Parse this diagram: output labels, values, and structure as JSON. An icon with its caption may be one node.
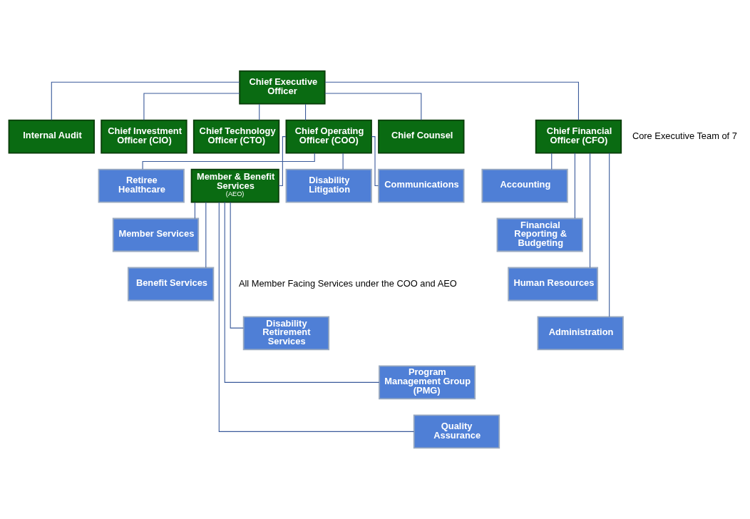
{
  "diagram": {
    "nodes": [
      {
        "text": [
          "Chief Executive Officer"
        ]
      },
      {
        "text": [
          "Internal Audit"
        ]
      },
      {
        "text": [
          "Chief Investment Officer (CIO)"
        ]
      },
      {
        "text": [
          "Chief Technology Officer (CTO)"
        ]
      },
      {
        "text": [
          "Chief Operating Officer (COO)"
        ]
      },
      {
        "text": [
          "Chief Counsel"
        ]
      },
      {
        "text": [
          "Chief Financial Officer (CFO)"
        ]
      },
      {
        "text": [
          "Retiree Healthcare"
        ]
      },
      {
        "text": [
          "Member & Benefit Services",
          "(AEO)"
        ]
      },
      {
        "text": [
          "Disability Litigation"
        ]
      },
      {
        "text": [
          "Communications"
        ]
      },
      {
        "text": [
          "Member Services"
        ]
      },
      {
        "text": [
          "Benefit Services"
        ]
      },
      {
        "text": [
          "Disability Retirement Services"
        ]
      },
      {
        "text": [
          "Program Management Group (PMG)"
        ]
      },
      {
        "text": [
          "Quality Assurance"
        ]
      },
      {
        "text": [
          "Accounting"
        ]
      },
      {
        "text": [
          "Financial Reporting & Budgeting"
        ]
      },
      {
        "text": [
          "Human Resources"
        ]
      },
      {
        "text": [
          "Administration"
        ]
      }
    ],
    "edges": [
      {
        "from": 0,
        "to": 1,
        "arrow": "none"
      },
      {
        "from": 0,
        "to": 2,
        "arrow": "none"
      },
      {
        "from": 0,
        "to": 3,
        "arrow": "none"
      },
      {
        "from": 0,
        "to": 4,
        "arrow": "none"
      },
      {
        "from": 0,
        "to": 5,
        "arrow": "none"
      },
      {
        "from": 0,
        "to": 6,
        "arrow": "none"
      },
      {
        "from": 4,
        "to": 7,
        "arrow": "none"
      },
      {
        "from": 4,
        "to": 8,
        "arrow": "none"
      },
      {
        "from": 4,
        "to": 9,
        "arrow": "none"
      },
      {
        "from": 4,
        "to": 10,
        "arrow": "none"
      },
      {
        "from": 8,
        "to": 11,
        "arrow": "none"
      },
      {
        "from": 8,
        "to": 12,
        "arrow": "none"
      },
      {
        "from": 8,
        "to": 13,
        "arrow": "none"
      },
      {
        "from": 8,
        "to": 14,
        "arrow": "none"
      },
      {
        "from": 8,
        "to": 15,
        "arrow": "none"
      },
      {
        "from": 6,
        "to": 16,
        "arrow": "none"
      },
      {
        "from": 6,
        "to": 17,
        "arrow": "none"
      },
      {
        "from": 6,
        "to": 18,
        "arrow": "none"
      },
      {
        "from": 6,
        "to": 19,
        "arrow": "none"
      }
    ],
    "labels": [
      "Core Executive Team of 7",
      "All Member Facing Services under the COO and AEO"
    ]
  }
}
